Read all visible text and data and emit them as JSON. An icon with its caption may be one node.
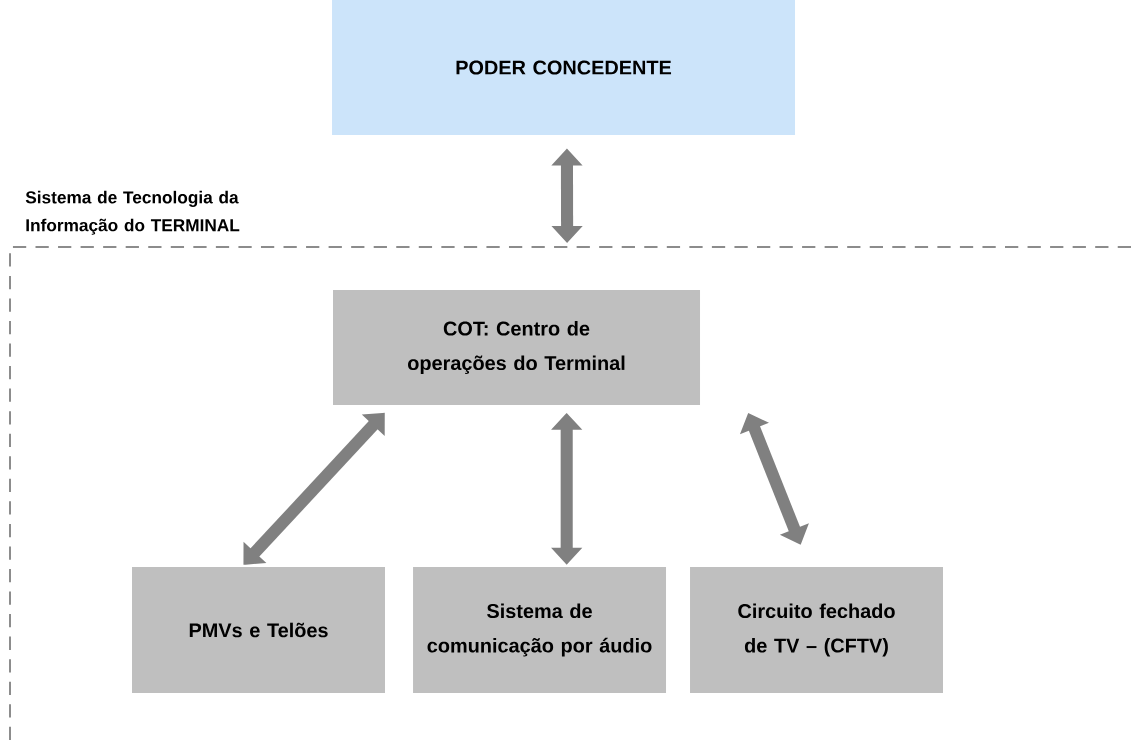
{
  "diagram": {
    "nodes": [
      {
        "text": [
          "PODER CONCEDENTE"
        ]
      },
      {
        "text": [
          "Sistema de Tecnologia da Informação do TERMINAL"
        ]
      },
      {
        "text": [
          "COT: Centro de operações do Terminal"
        ],
        "in": 1
      },
      {
        "text": [
          "PMVs e Telões"
        ],
        "in": 1
      },
      {
        "text": [
          "Sistema de comunicação por áudio"
        ],
        "in": 1
      },
      {
        "text": [
          "Circuito fechado de TV – (CFTV)"
        ],
        "in": 1
      }
    ],
    "edges": [
      {
        "from": 0,
        "to": 1,
        "arrow": "both"
      },
      {
        "from": 2,
        "to": 3,
        "arrow": "both"
      },
      {
        "from": 2,
        "to": 4,
        "arrow": "both"
      },
      {
        "from": 2,
        "to": 5,
        "arrow": "both"
      }
    ]
  }
}
